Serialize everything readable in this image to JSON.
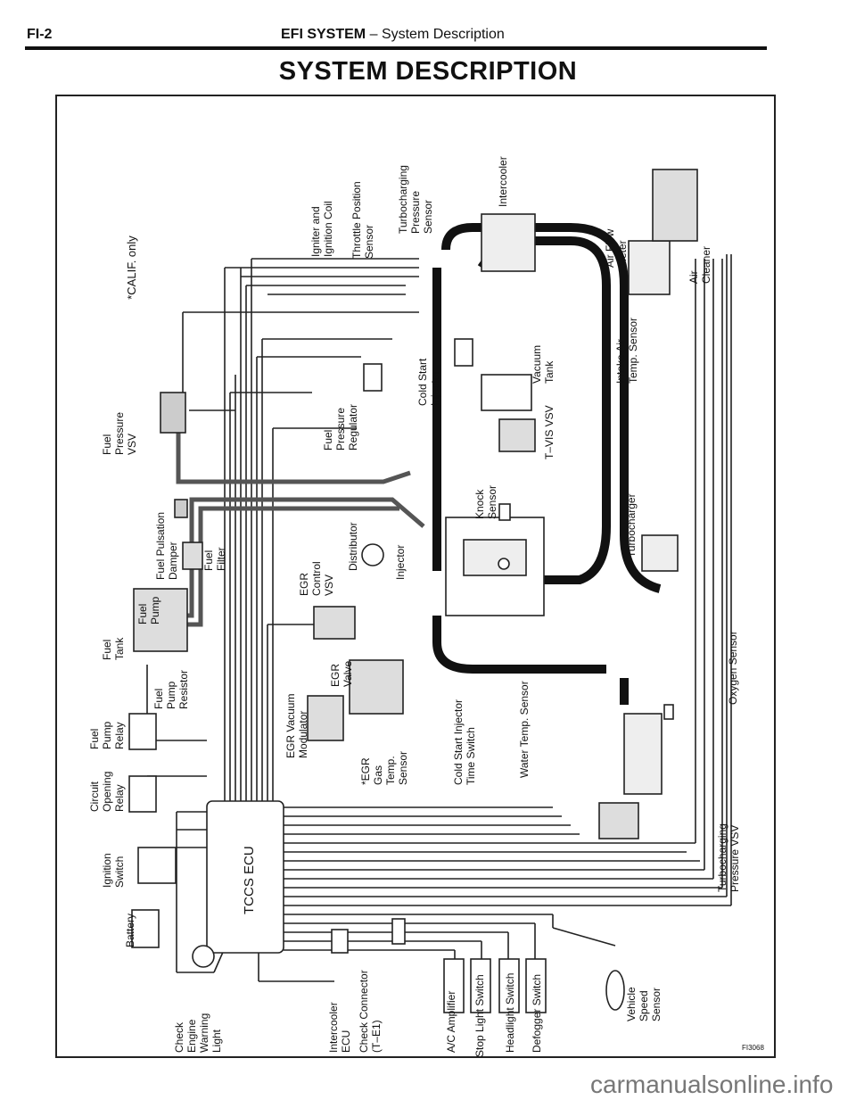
{
  "header": {
    "page_number": "FI-2",
    "section": "EFI SYSTEM",
    "dash": "–",
    "subsection": "System Description"
  },
  "title": "SYSTEM DESCRIPTION",
  "figure_id": "FI3068",
  "watermark": "carmanualsonline.info",
  "labels": {
    "calif_note": "*CALIF. only",
    "fuel_pressure_vsv": [
      "Fuel",
      "Pressure",
      "VSV"
    ],
    "fuel_tank": [
      "Fuel",
      "Tank"
    ],
    "fuel_pump": [
      "Fuel",
      "Pump"
    ],
    "fuel_pulsation_damper": [
      "Fuel Pulsation",
      "Damper"
    ],
    "fuel_filter": [
      "Fuel",
      "Filter"
    ],
    "fuel_pump_resistor": [
      "Fuel",
      "Pump",
      "Resistor"
    ],
    "fuel_pump_relay": [
      "Fuel",
      "Pump",
      "Relay"
    ],
    "circuit_opening_relay": [
      "Circuit",
      "Opening",
      "Relay"
    ],
    "ignition_switch": [
      "Ignition",
      "Switch"
    ],
    "battery": "Battery",
    "check_engine_warning_light": [
      "Check",
      "Engine",
      "Warning",
      "Light"
    ],
    "intercooler_ecu": [
      "Intercooler",
      "ECU"
    ],
    "check_connector": [
      "Check Connector",
      "(T–E1)"
    ],
    "tccs_ecu": "TCCS ECU",
    "egr_vacuum_modulator": [
      "EGR Vacuum",
      "Modulator"
    ],
    "egr_gas_temp_sensor": [
      "*EGR",
      "Gas",
      "Temp.",
      "Sensor"
    ],
    "egr_valve": [
      "EGR",
      "Valve"
    ],
    "egr_control_vsv": [
      "EGR",
      "Control",
      "VSV"
    ],
    "distributor": "Distributor",
    "injector": "Injector",
    "fuel_pressure_regulator": [
      "Fuel",
      "Pressure",
      "Regulator"
    ],
    "igniter_and_ignition_coil": [
      "Igniter and",
      "Ignition Coil"
    ],
    "throttle_position_sensor": [
      "Throttle Position",
      "Sensor"
    ],
    "turbocharging_pressure_sensor": [
      "Turbocharging",
      "Pressure",
      "Sensor"
    ],
    "intercooler": "Intercooler",
    "cold_start_injector": [
      "Cold Start",
      "Injector"
    ],
    "vacuum_tank": [
      "Vacuum",
      "Tank"
    ],
    "t_vis_vsv": "T–VIS VSV",
    "knock_sensor": [
      "Knock",
      "Sensor"
    ],
    "cold_start_injector_time_switch": [
      "Cold Start Injector",
      "Time Switch"
    ],
    "water_temp_sensor": "Water Temp. Sensor",
    "air_flow_meter": [
      "Air Flow",
      "Meter"
    ],
    "air_cleaner": [
      "Air",
      "Cleaner"
    ],
    "intake_air_temp_sensor": [
      "Intake Air",
      "Temp. Sensor"
    ],
    "turbocharger": "Turbocharger",
    "oxygen_sensor": "Oxygen Sensor",
    "turbocharging_pressure_vsv": [
      "Turbocharging",
      "Pressure VSV"
    ],
    "ac_amplifier": "A/C Amplifier",
    "stop_light_switch": "Stop Light Switch",
    "headlight_switch": "Headlight Switch",
    "defogger_switch": "Defogger Switch",
    "vehicle_speed_sensor": [
      "Vehicle",
      "Speed",
      "Sensor"
    ]
  }
}
